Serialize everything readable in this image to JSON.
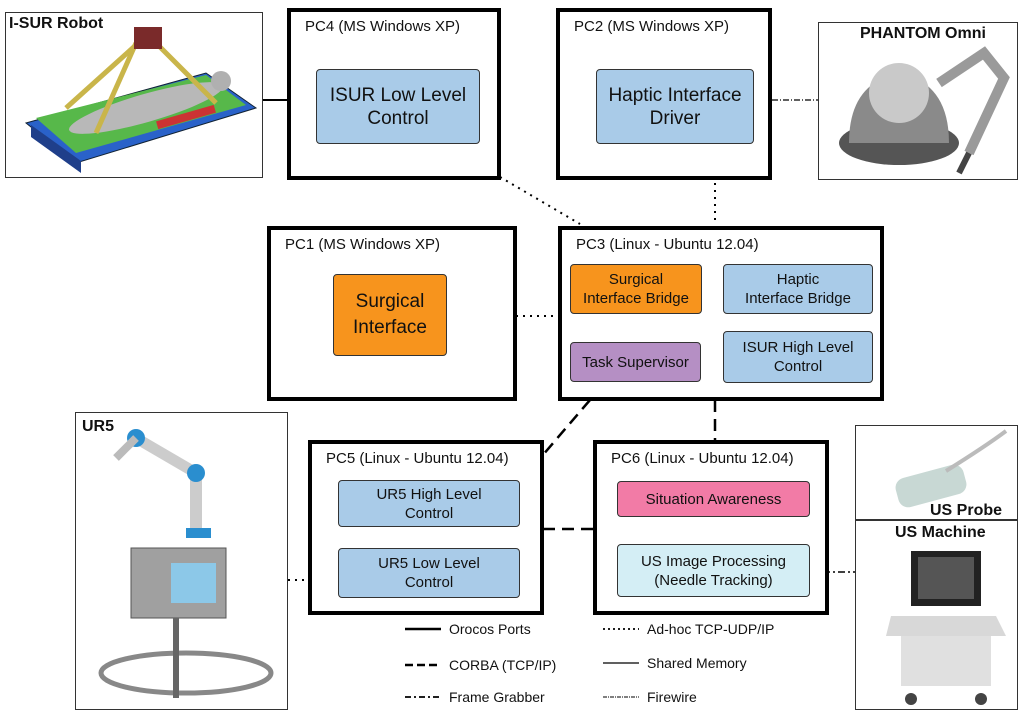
{
  "pcs": {
    "pc1": {
      "title": "PC1 (MS Windows XP)"
    },
    "pc2": {
      "title": "PC2 (MS Windows XP)"
    },
    "pc3": {
      "title": "PC3 (Linux - Ubuntu 12.04)"
    },
    "pc4": {
      "title": "PC4 (MS Windows XP)"
    },
    "pc5": {
      "title": "PC5 (Linux - Ubuntu 12.04)"
    },
    "pc6": {
      "title": "PC6 (Linux - Ubuntu 12.04)"
    }
  },
  "modules": {
    "isur_low": "ISUR Low Level\nControl",
    "haptic_driver": "Haptic Interface\nDriver",
    "surgical_interface": "Surgical\nInterface",
    "surgical_bridge": "Surgical\nInterface Bridge",
    "haptic_bridge": "Haptic\nInterface Bridge",
    "task_supervisor": "Task Supervisor",
    "isur_high": "ISUR High Level\nControl",
    "ur5_high": "UR5 High Level\nControl",
    "ur5_low": "UR5 Low Level\nControl",
    "situation_awareness": "Situation Awareness",
    "us_processing": "US Image Processing\n(Needle Tracking)"
  },
  "devices": {
    "isur_robot": "I-SUR Robot",
    "phantom": "PHANTOM Omni",
    "ur5": "UR5",
    "us_probe": "US Probe",
    "us_machine": "US Machine"
  },
  "legend": {
    "orocos": "Orocos Ports",
    "corba": "CORBA (TCP/IP)",
    "frame_grabber": "Frame Grabber",
    "adhoc": "Ad-hoc TCP-UDP/IP",
    "shared_memory": "Shared Memory",
    "firewire": "Firewire"
  },
  "colors": {
    "module_blue": "#a9cbe8",
    "module_orange": "#f7941d",
    "module_purple": "#b58fc4",
    "module_pink": "#f27ba6",
    "module_lightblue": "#d4eef5"
  }
}
